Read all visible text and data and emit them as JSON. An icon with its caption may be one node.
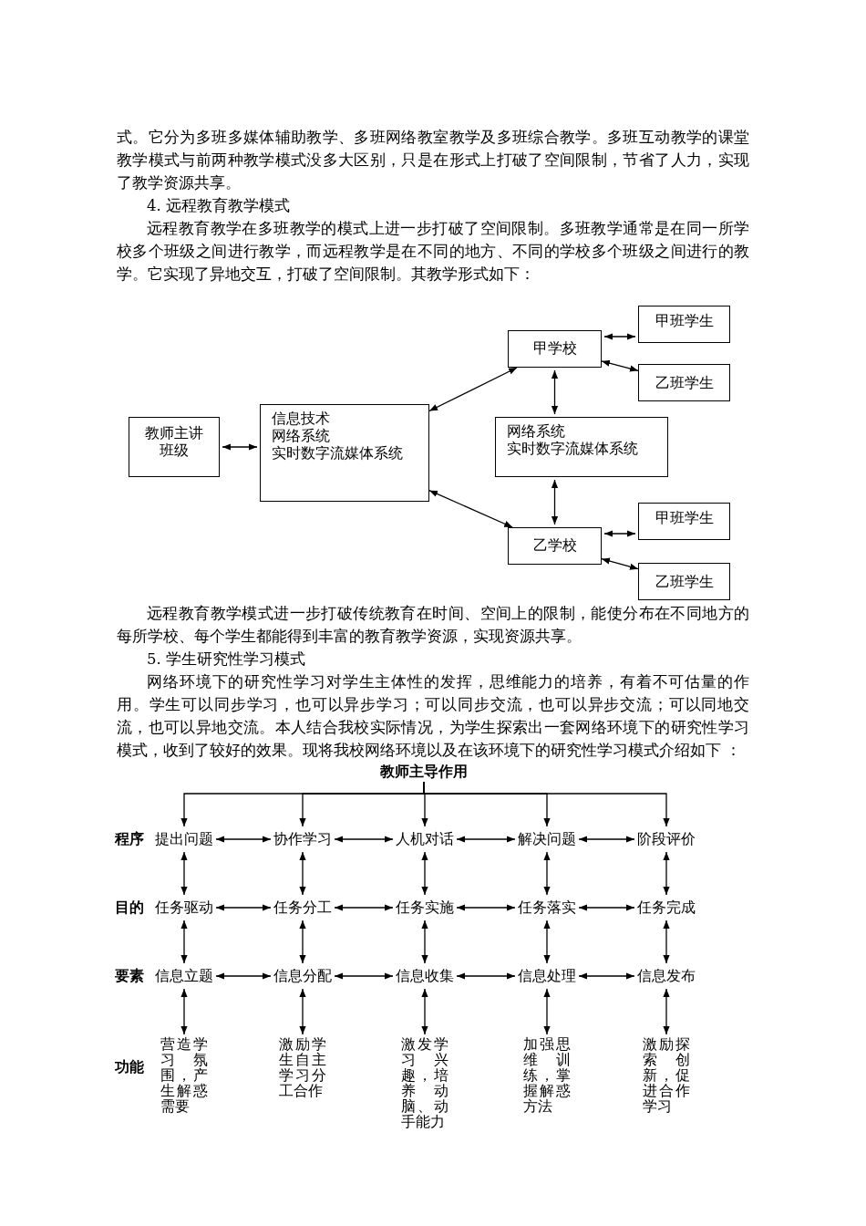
{
  "diagram": {
    "nodes": [
      {
        "text": [
          "教师主讲班级"
        ]
      },
      {
        "text": [
          "信息技术",
          "网络系统",
          "实时数字流媒体系统"
        ]
      },
      {
        "text": [
          "甲学校"
        ]
      },
      {
        "text": [
          "甲班学生"
        ]
      },
      {
        "text": [
          "乙班学生"
        ]
      },
      {
        "text": [
          "网络系统",
          "实时数字流媒体系统"
        ]
      },
      {
        "text": [
          "乙学校"
        ]
      },
      {
        "text": [
          "甲班学生"
        ]
      },
      {
        "text": [
          "乙班学生"
        ]
      },
      {
        "text": [
          "教师主导作用"
        ]
      },
      {
        "text": [
          "提出问题"
        ]
      },
      {
        "text": [
          "协作学习"
        ]
      },
      {
        "text": [
          "人机对话"
        ]
      },
      {
        "text": [
          "解决问题"
        ]
      },
      {
        "text": [
          "阶段评价"
        ]
      },
      {
        "text": [
          "任务驱动"
        ]
      },
      {
        "text": [
          "任务分工"
        ]
      },
      {
        "text": [
          "任务实施"
        ]
      },
      {
        "text": [
          "任务落实"
        ]
      },
      {
        "text": [
          "任务完成"
        ]
      },
      {
        "text": [
          "信息立题"
        ]
      },
      {
        "text": [
          "信息分配"
        ]
      },
      {
        "text": [
          "信息收集"
        ]
      },
      {
        "text": [
          "信息处理"
        ]
      },
      {
        "text": [
          "信息发布"
        ]
      },
      {
        "text": [
          "营造学习氛围，产生解惑需要"
        ]
      },
      {
        "text": [
          "激励学生自主学习分工合作"
        ]
      },
      {
        "text": [
          "激发学习兴趣，培养动脑、动手能力"
        ]
      },
      {
        "text": [
          "加强思维训练，掌握解惑方法"
        ]
      },
      {
        "text": [
          "激励探索创新，促进合作学习"
        ]
      }
    ],
    "edges": [
      {
        "from": 0,
        "to": 1,
        "arrow": "both"
      },
      {
        "from": 1,
        "to": 2,
        "arrow": "both"
      },
      {
        "from": 1,
        "to": 6,
        "arrow": "both"
      },
      {
        "from": 2,
        "to": 3,
        "arrow": "both"
      },
      {
        "from": 2,
        "to": 4,
        "arrow": "both"
      },
      {
        "from": 2,
        "to": 5,
        "arrow": "both"
      },
      {
        "from": 5,
        "to": 6,
        "arrow": "both"
      },
      {
        "from": 6,
        "to": 7,
        "arrow": "both"
      },
      {
        "from": 6,
        "to": 8,
        "arrow": "both"
      },
      {
        "from": 9,
        "to": 10,
        "arrow": "to"
      },
      {
        "from": 9,
        "to": 11,
        "arrow": "to"
      },
      {
        "from": 9,
        "to": 12,
        "arrow": "to"
      },
      {
        "from": 9,
        "to": 13,
        "arrow": "to"
      },
      {
        "from": 9,
        "to": 14,
        "arrow": "to"
      },
      {
        "from": 10,
        "to": 11,
        "arrow": "both"
      },
      {
        "from": 11,
        "to": 12,
        "arrow": "both"
      },
      {
        "from": 12,
        "to": 13,
        "arrow": "both"
      },
      {
        "from": 13,
        "to": 14,
        "arrow": "both"
      },
      {
        "from": 15,
        "to": 16,
        "arrow": "both"
      },
      {
        "from": 16,
        "to": 17,
        "arrow": "both"
      },
      {
        "from": 17,
        "to": 18,
        "arrow": "both"
      },
      {
        "from": 18,
        "to": 19,
        "arrow": "both"
      },
      {
        "from": 20,
        "to": 21,
        "arrow": "both"
      },
      {
        "from": 21,
        "to": 22,
        "arrow": "both"
      },
      {
        "from": 22,
        "to": 23,
        "arrow": "both"
      },
      {
        "from": 23,
        "to": 24,
        "arrow": "both"
      },
      {
        "from": 10,
        "to": 15,
        "arrow": "both"
      },
      {
        "from": 11,
        "to": 16,
        "arrow": "both"
      },
      {
        "from": 12,
        "to": 17,
        "arrow": "both"
      },
      {
        "from": 13,
        "to": 18,
        "arrow": "both"
      },
      {
        "from": 14,
        "to": 19,
        "arrow": "both"
      },
      {
        "from": 15,
        "to": 20,
        "arrow": "both"
      },
      {
        "from": 16,
        "to": 21,
        "arrow": "both"
      },
      {
        "from": 17,
        "to": 22,
        "arrow": "both"
      },
      {
        "from": 18,
        "to": 23,
        "arrow": "both"
      },
      {
        "from": 19,
        "to": 24,
        "arrow": "both"
      },
      {
        "from": 20,
        "to": 25,
        "arrow": "both"
      },
      {
        "from": 21,
        "to": 26,
        "arrow": "both"
      },
      {
        "from": 22,
        "to": 27,
        "arrow": "both"
      },
      {
        "from": 23,
        "to": 28,
        "arrow": "both"
      },
      {
        "from": 24,
        "to": 29,
        "arrow": "both"
      }
    ],
    "labels": [
      "式。它分为多班多媒体辅助教学、多班网络教室教学及多班综合教学。多班互动教学的课堂教学模式与前两种教学模式没多大区别，只是在形式上打破了空间限制，节省了人力，实现了教学资源共享。",
      "4. 远程教育教学模式",
      "远程教育教学在多班教学的模式上进一步打破了空间限制。多班教学通常是在同一所学校多个班级之间进行教学，而远程教学是在不同的地方、不同的学校多个班级之间进行的教学。它实现了异地交互，打破了空间限制。其教学形式如下：",
      "远程教育教学模式进一步打破传统教育在时间、空间上的限制，能使分布在不同地方的每所学校、每个学生都能得到丰富的教育教学资源，实现资源共享。",
      "5. 学生研究性学习模式",
      "网络环境下的研究性学习对学生主体性的发挥，思维能力的培养，有着不可估量的作用。学生可以同步学习，也可以异步学习；可以同步交流，也可以异步交流；可以同地交流，也可以异地交流。本人结合我校实际情况，为学生探索出一套网络环境下的研究性学习模式，收到了较好的效果。现将我校网络环境以及在该环境下的研究性学习模式介绍如下 ：",
      "程序",
      "目的",
      "要素",
      "功能"
    ]
  }
}
